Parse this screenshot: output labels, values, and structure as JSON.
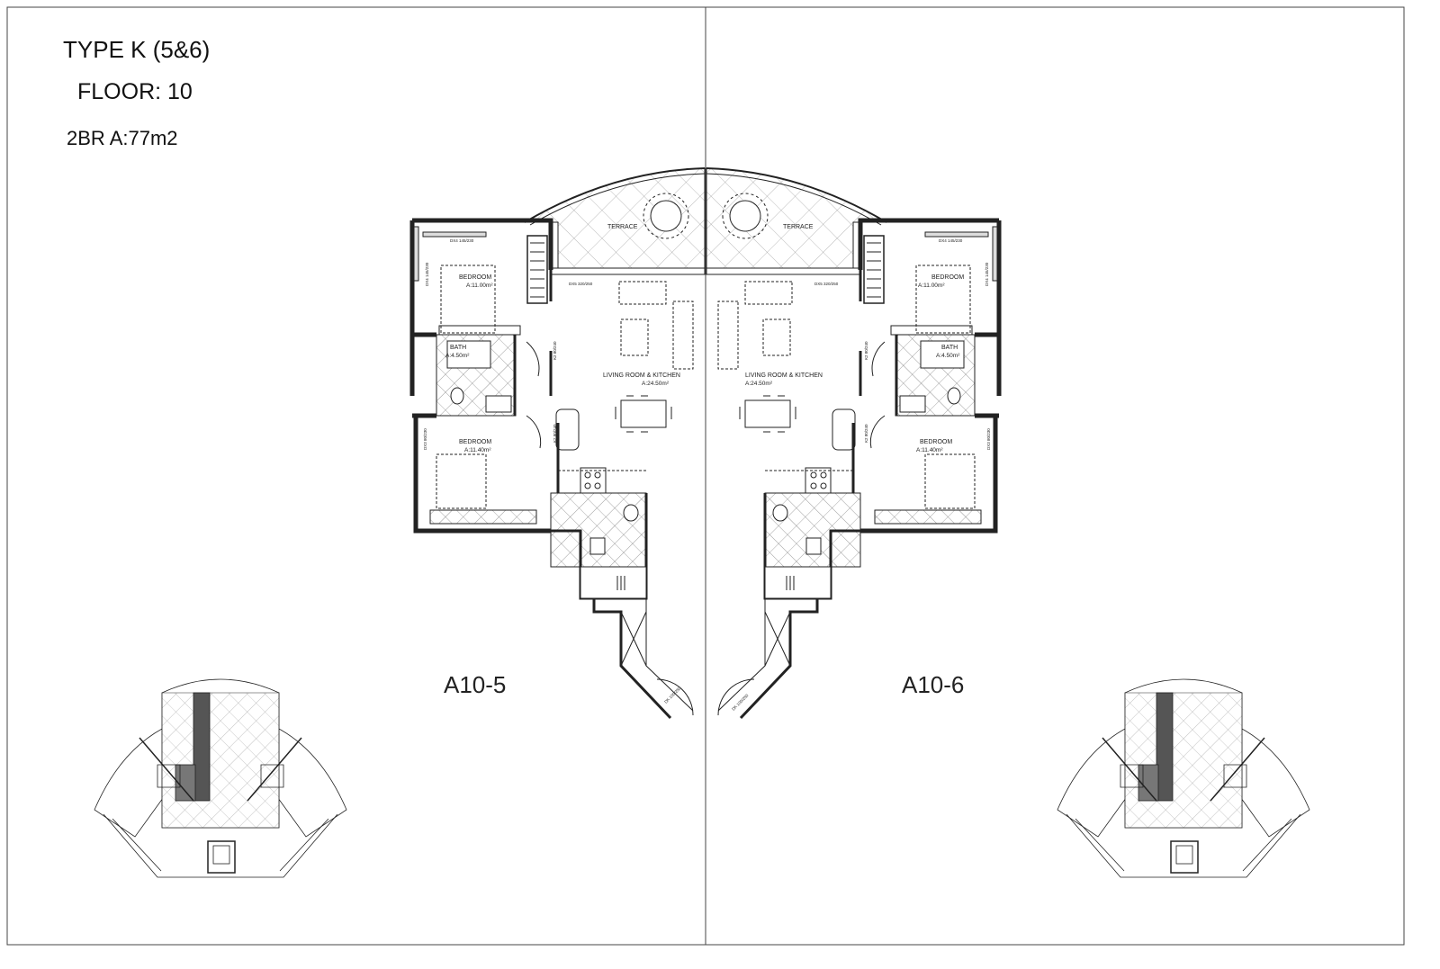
{
  "header": {
    "type": "TYPE K (5&6)",
    "floor": "FLOOR: 10",
    "area": "2BR  A:77m2"
  },
  "units": [
    {
      "code": "A10-5",
      "terrace": "TERRACE",
      "bedroom1": "BEDROOM",
      "bedroom1_area": "A:11.00m²",
      "bath": "BATH",
      "bath_area": "A:4.50m²",
      "living": "LIVING ROOM & KITCHEN",
      "living_area": "A:24.50m²",
      "bedroom2": "BEDROOM",
      "bedroom2_area": "A:11.40m²",
      "dims": {
        "window_top": "DX4 145/230",
        "window_side": "DX4 145/230",
        "terrace_door": "DX5 320/250",
        "door_bed1": "K2 80/240",
        "door_bed2": "K2 80/240",
        "window_bed2": "DX3 80/230",
        "entry_door": "DK 100/250"
      }
    },
    {
      "code": "A10-6",
      "terrace": "TERRACE",
      "bedroom1": "BEDROOM",
      "bedroom1_area": "A:11.00m²",
      "bath": "BATH",
      "bath_area": "A:4.50m²",
      "living": "LIVING ROOM & KITCHEN",
      "living_area": "A:24.50m²",
      "bedroom2": "BEDROOM",
      "bedroom2_area": "A:11.40m²",
      "dims": {
        "window_top": "DX4 145/230",
        "window_side": "DX4 145/230",
        "terrace_door": "DX5 320/250",
        "door_bed1": "K2 80/240",
        "door_bed2": "K2 80/240",
        "window_bed2": "DX3 80/230",
        "entry_door": "DK 100/250"
      }
    }
  ]
}
